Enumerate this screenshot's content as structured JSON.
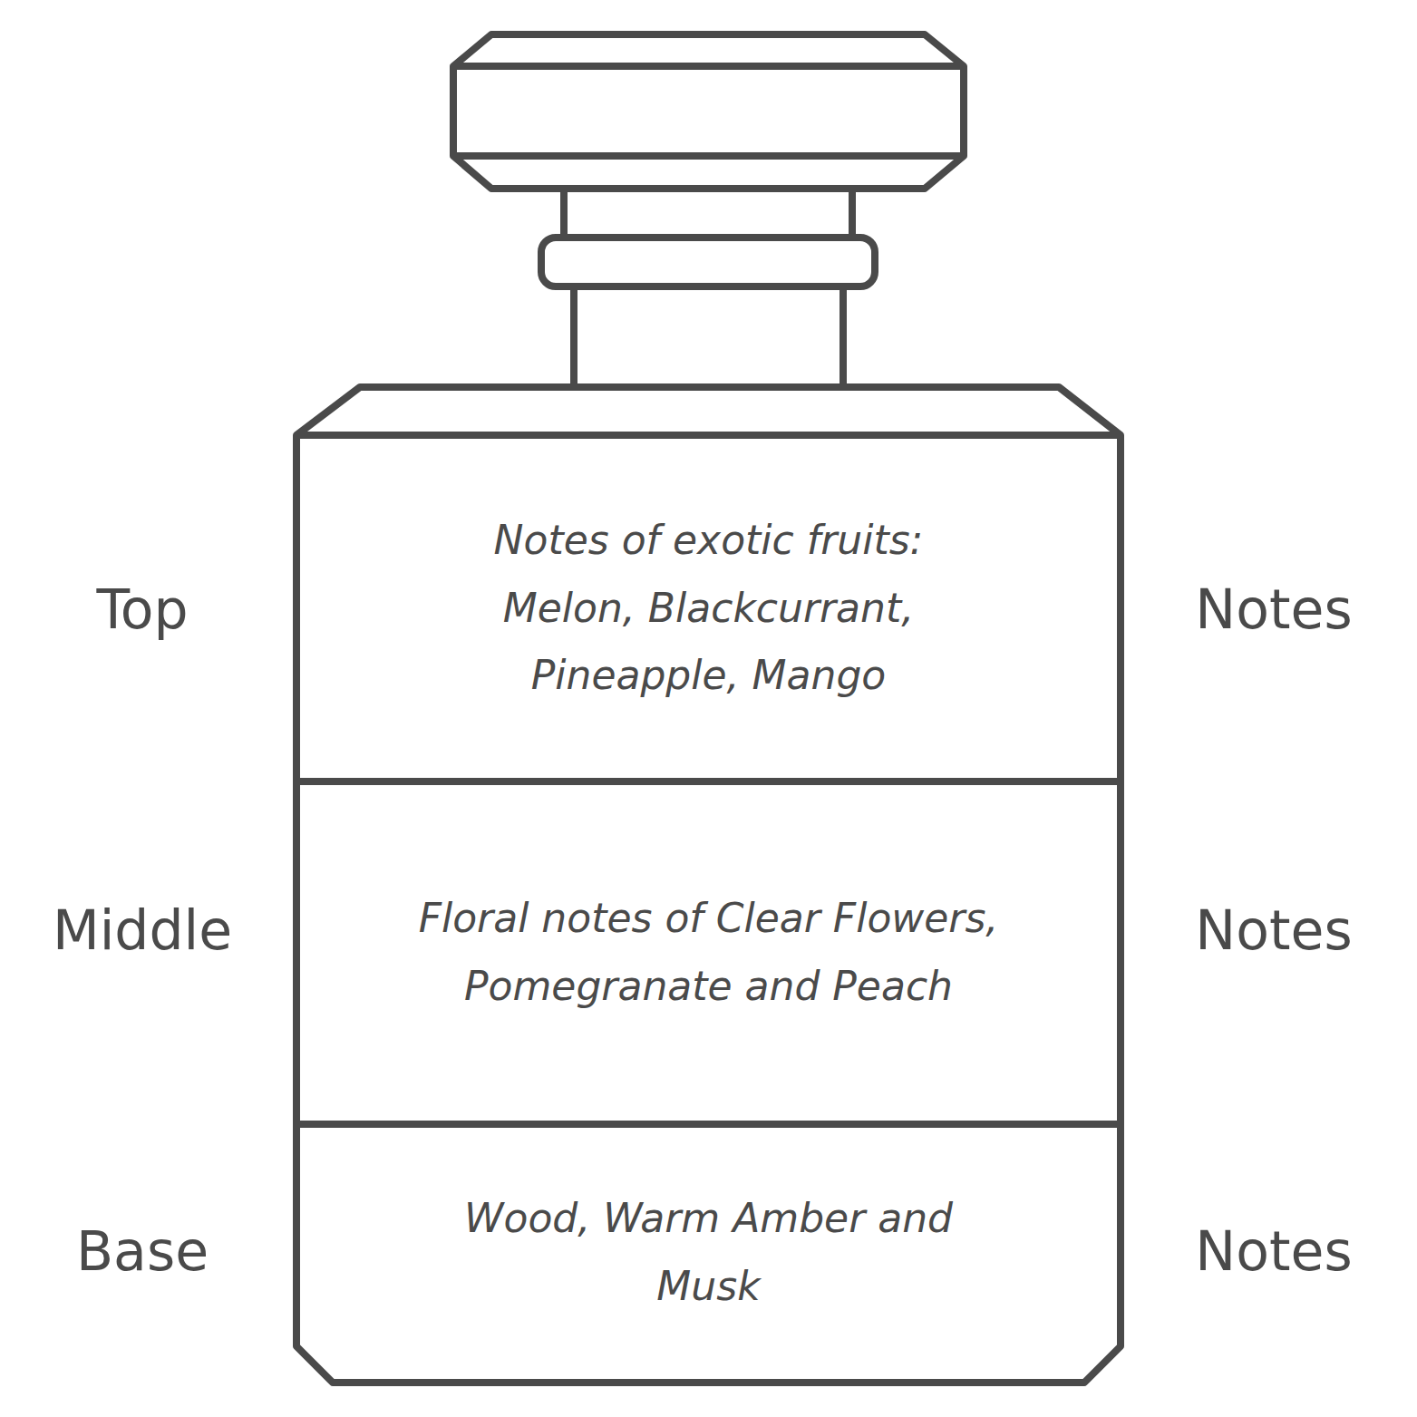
{
  "diagram": {
    "nodes": [
      {
        "text": [
          "Notes of exotic fruits: Melon, Blackcurrant, Pineapple, Mango"
        ]
      },
      {
        "text": [
          "Floral notes of Clear Flowers, Pomegranate and Peach"
        ]
      },
      {
        "text": [
          "Wood, Warm Amber and Musk"
        ]
      }
    ],
    "labels": [
      "Top",
      "Notes",
      "Middle",
      "Notes",
      "Base",
      "Notes"
    ]
  }
}
